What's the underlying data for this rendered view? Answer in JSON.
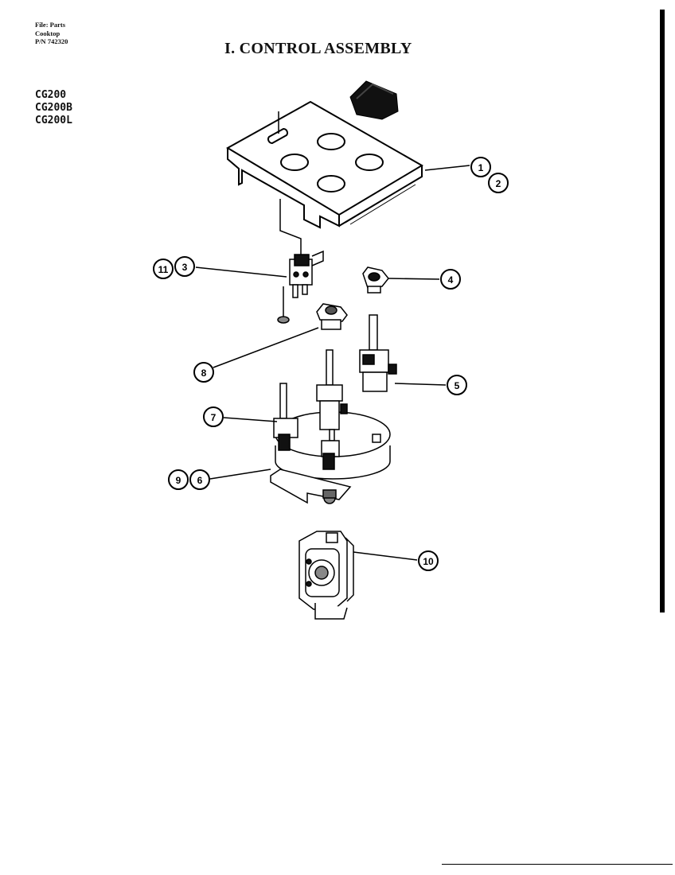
{
  "file_info": {
    "line1": "File: Parts",
    "line2": "Cooktop",
    "line3": "P/N 742320"
  },
  "title": "I. CONTROL ASSEMBLY",
  "models": [
    "CG200",
    "CG200B",
    "CG200L"
  ],
  "callouts": [
    {
      "id": "1",
      "label": "1"
    },
    {
      "id": "2",
      "label": "2"
    },
    {
      "id": "3",
      "label": "3"
    },
    {
      "id": "4",
      "label": "4"
    },
    {
      "id": "5",
      "label": "5"
    },
    {
      "id": "7",
      "label": "7"
    },
    {
      "id": "8",
      "label": "8"
    },
    {
      "id": "9",
      "label": "9"
    },
    {
      "id": "6",
      "label": "6"
    },
    {
      "id": "10",
      "label": "10"
    },
    {
      "id": "11",
      "label": "11"
    }
  ]
}
